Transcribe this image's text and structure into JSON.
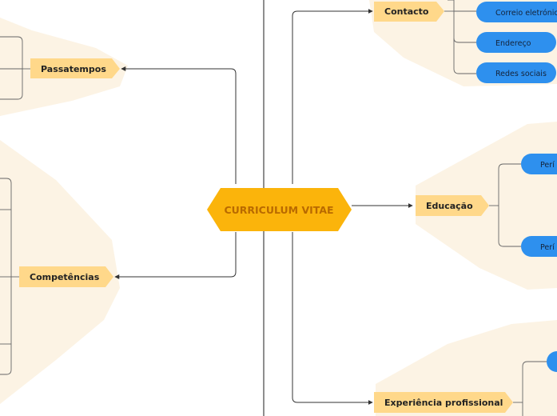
{
  "central": {
    "label": "CURRICULUM VITAE"
  },
  "branches": {
    "contacto": {
      "label": "Contacto",
      "children": [
        "Correio eletrónico",
        "Endereço",
        "Redes sociais"
      ]
    },
    "educacao": {
      "label": "Educação",
      "children": [
        "Perí",
        "Perí"
      ]
    },
    "experiencia": {
      "label": "Experiência profissional"
    },
    "passatempos": {
      "label": "Passatempos"
    },
    "competencias": {
      "label": "Competências"
    }
  },
  "colors": {
    "central_fill": "#FBB40B",
    "central_text": "#B96A00",
    "tag_fill": "#FFD88A",
    "area_fill": "#FCF3E4",
    "leaf_fill": "#2E90EE",
    "line": "#333333"
  }
}
